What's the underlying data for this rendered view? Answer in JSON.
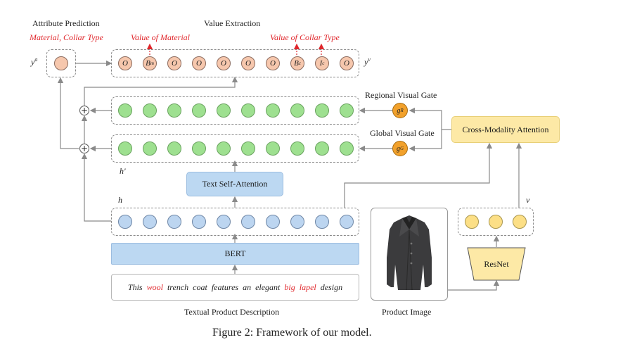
{
  "labels": {
    "attribute_prediction": "Attribute Prediction",
    "attribute_values": "Material, Collar Type",
    "value_extraction": "Value Extraction",
    "value_of_material": "Value of Material",
    "value_of_collar": "Value of Collar Type",
    "ya": "y",
    "ya_sup": "a",
    "yv": "y",
    "yv_sup": "v",
    "regional_gate": "Regional Visual Gate",
    "global_gate": "Global Visual Gate",
    "h_prime": "h'",
    "h": "h",
    "v": "v",
    "textual_desc_caption": "Textual Product Description",
    "product_image_caption": "Product Image",
    "figure_caption": "Figure 2: Framework of our model."
  },
  "modules": {
    "cross_modality": "Cross-Modality Attention",
    "text_self_attention": "Text Self-Attention",
    "bert": "BERT",
    "resnet": "ResNet"
  },
  "gates": {
    "regional": {
      "base": "g",
      "sup": "R"
    },
    "global": {
      "base": "g",
      "sup": "G"
    }
  },
  "tags": [
    {
      "base": "O",
      "sub": ""
    },
    {
      "base": "B",
      "sub": "m"
    },
    {
      "base": "O",
      "sub": ""
    },
    {
      "base": "O",
      "sub": ""
    },
    {
      "base": "O",
      "sub": ""
    },
    {
      "base": "O",
      "sub": ""
    },
    {
      "base": "O",
      "sub": ""
    },
    {
      "base": "B",
      "sub": "c"
    },
    {
      "base": "I",
      "sub": "c"
    },
    {
      "base": "O",
      "sub": ""
    }
  ],
  "sentence": [
    {
      "text": "This",
      "highlight": false
    },
    {
      "text": "wool",
      "highlight": true
    },
    {
      "text": "trench",
      "highlight": false
    },
    {
      "text": "coat",
      "highlight": false
    },
    {
      "text": "features",
      "highlight": false
    },
    {
      "text": "an",
      "highlight": false
    },
    {
      "text": "elegant",
      "highlight": false
    },
    {
      "text": "big",
      "highlight": true
    },
    {
      "text": "lapel",
      "highlight": true
    },
    {
      "text": "design",
      "highlight": false
    }
  ],
  "colors": {
    "highlight": "#e0262b",
    "module_blue": "#bcd8f2",
    "module_yellow": "#fde9a6",
    "gate_orange": "#f2a12b"
  }
}
